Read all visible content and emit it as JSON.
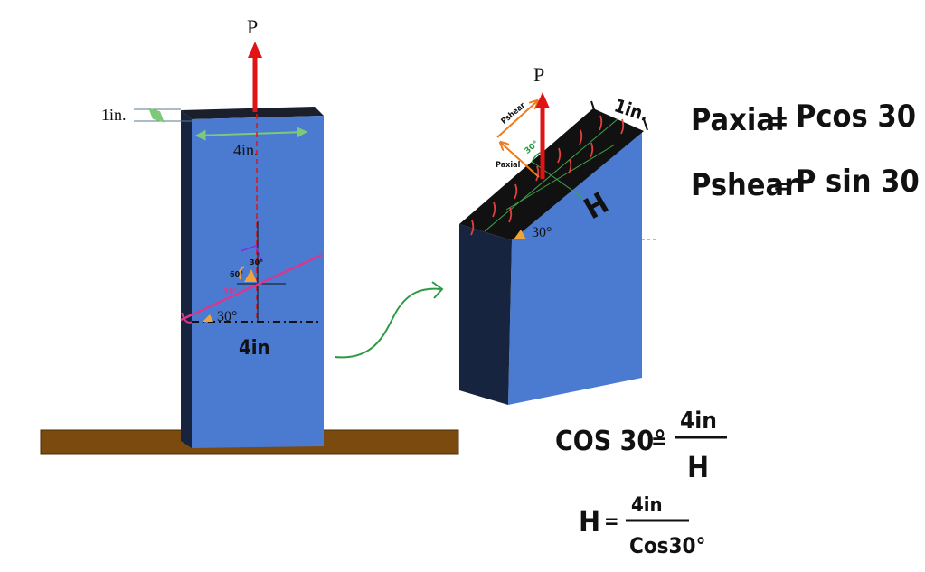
{
  "left_block": {
    "force_label": "P",
    "thickness_label": "1in.",
    "width_label": "4in.",
    "section_angle_label": "30°",
    "section_width_label": "4in",
    "small_angle_a": "60°",
    "small_angle_b": "30°",
    "small_angle_c": "30°"
  },
  "right_block": {
    "force_label": "P",
    "thickness_label": "1in.",
    "shear_label": "Pshear",
    "axial_label": "Paxial",
    "inner_angle_label": "30°",
    "face_length_label": "H",
    "face_angle_label": "30°"
  },
  "equations": {
    "paxial_lhs": "Paxial",
    "paxial_rhs": "Pcos 30",
    "pshear_lhs": "Pshear",
    "pshear_rhs": "P sin 30",
    "eq_sign": "=",
    "cos_lhs": "COS 30°",
    "cos_num": "4in",
    "cos_den": "H",
    "h_lhs": "H",
    "h_num": "4in",
    "h_den": "Cos30°"
  },
  "colors": {
    "block_face": "#4a7bd1",
    "block_side": "#17243f",
    "block_top": "#1a1f2b",
    "ground": "#7a4a0e",
    "force_arrow": "#e01414",
    "section_line": "#d6388e",
    "dimension_arrow": "#7cc97a",
    "shear_arrow": "#f07a1e",
    "curved_arrow": "#2e9a45",
    "angle_mark": "#f0a43a"
  }
}
